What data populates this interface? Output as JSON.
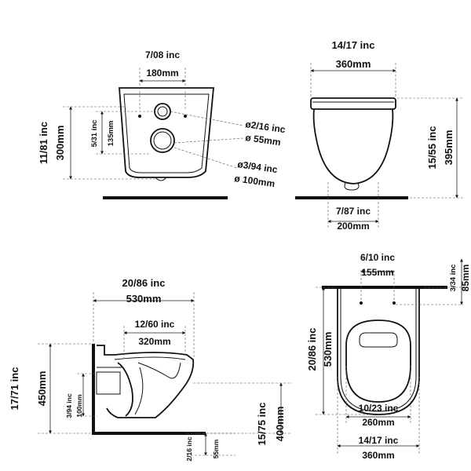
{
  "views": {
    "top_left": {
      "width_inc": "7/08 inc",
      "width_mm": "180mm",
      "height_inc": "11/81 inc",
      "height_mm": "300mm",
      "inner_inc": "5/31 inc",
      "inner_mm": "135mm",
      "hole_small_inc": "ø2/16 inc",
      "hole_small_mm": "ø 55mm",
      "hole_large_inc": "ø3/94 inc",
      "hole_large_mm": "ø 100mm"
    },
    "top_right": {
      "width_inc": "14/17 inc",
      "width_mm": "360mm",
      "height_inc": "15/55 inc",
      "height_mm": "395mm",
      "base_inc": "7/87 inc",
      "base_mm": "200mm"
    },
    "bottom_left": {
      "length_inc": "20/86 inc",
      "length_mm": "530mm",
      "bowl_inc": "12/60 inc",
      "bowl_mm": "320mm",
      "height_inc": "17/71 inc",
      "height_mm": "450mm",
      "outlet_inc": "3/94 inc",
      "outlet_mm": "100mm",
      "floor_inc": "15/75 inc",
      "floor_mm": "400mm",
      "offset_inc": "2/16 inc",
      "offset_mm": "55mm"
    },
    "bottom_right": {
      "bolt_inc": "6/10 inc",
      "bolt_mm": "155mm",
      "top_inc": "3/34 inc",
      "top_mm": "85mm",
      "length_inc": "20/86 inc",
      "length_mm": "530mm",
      "seat_inc": "10/23 inc",
      "seat_mm": "260mm",
      "width_inc": "14/17 inc",
      "width_mm": "360mm"
    }
  }
}
